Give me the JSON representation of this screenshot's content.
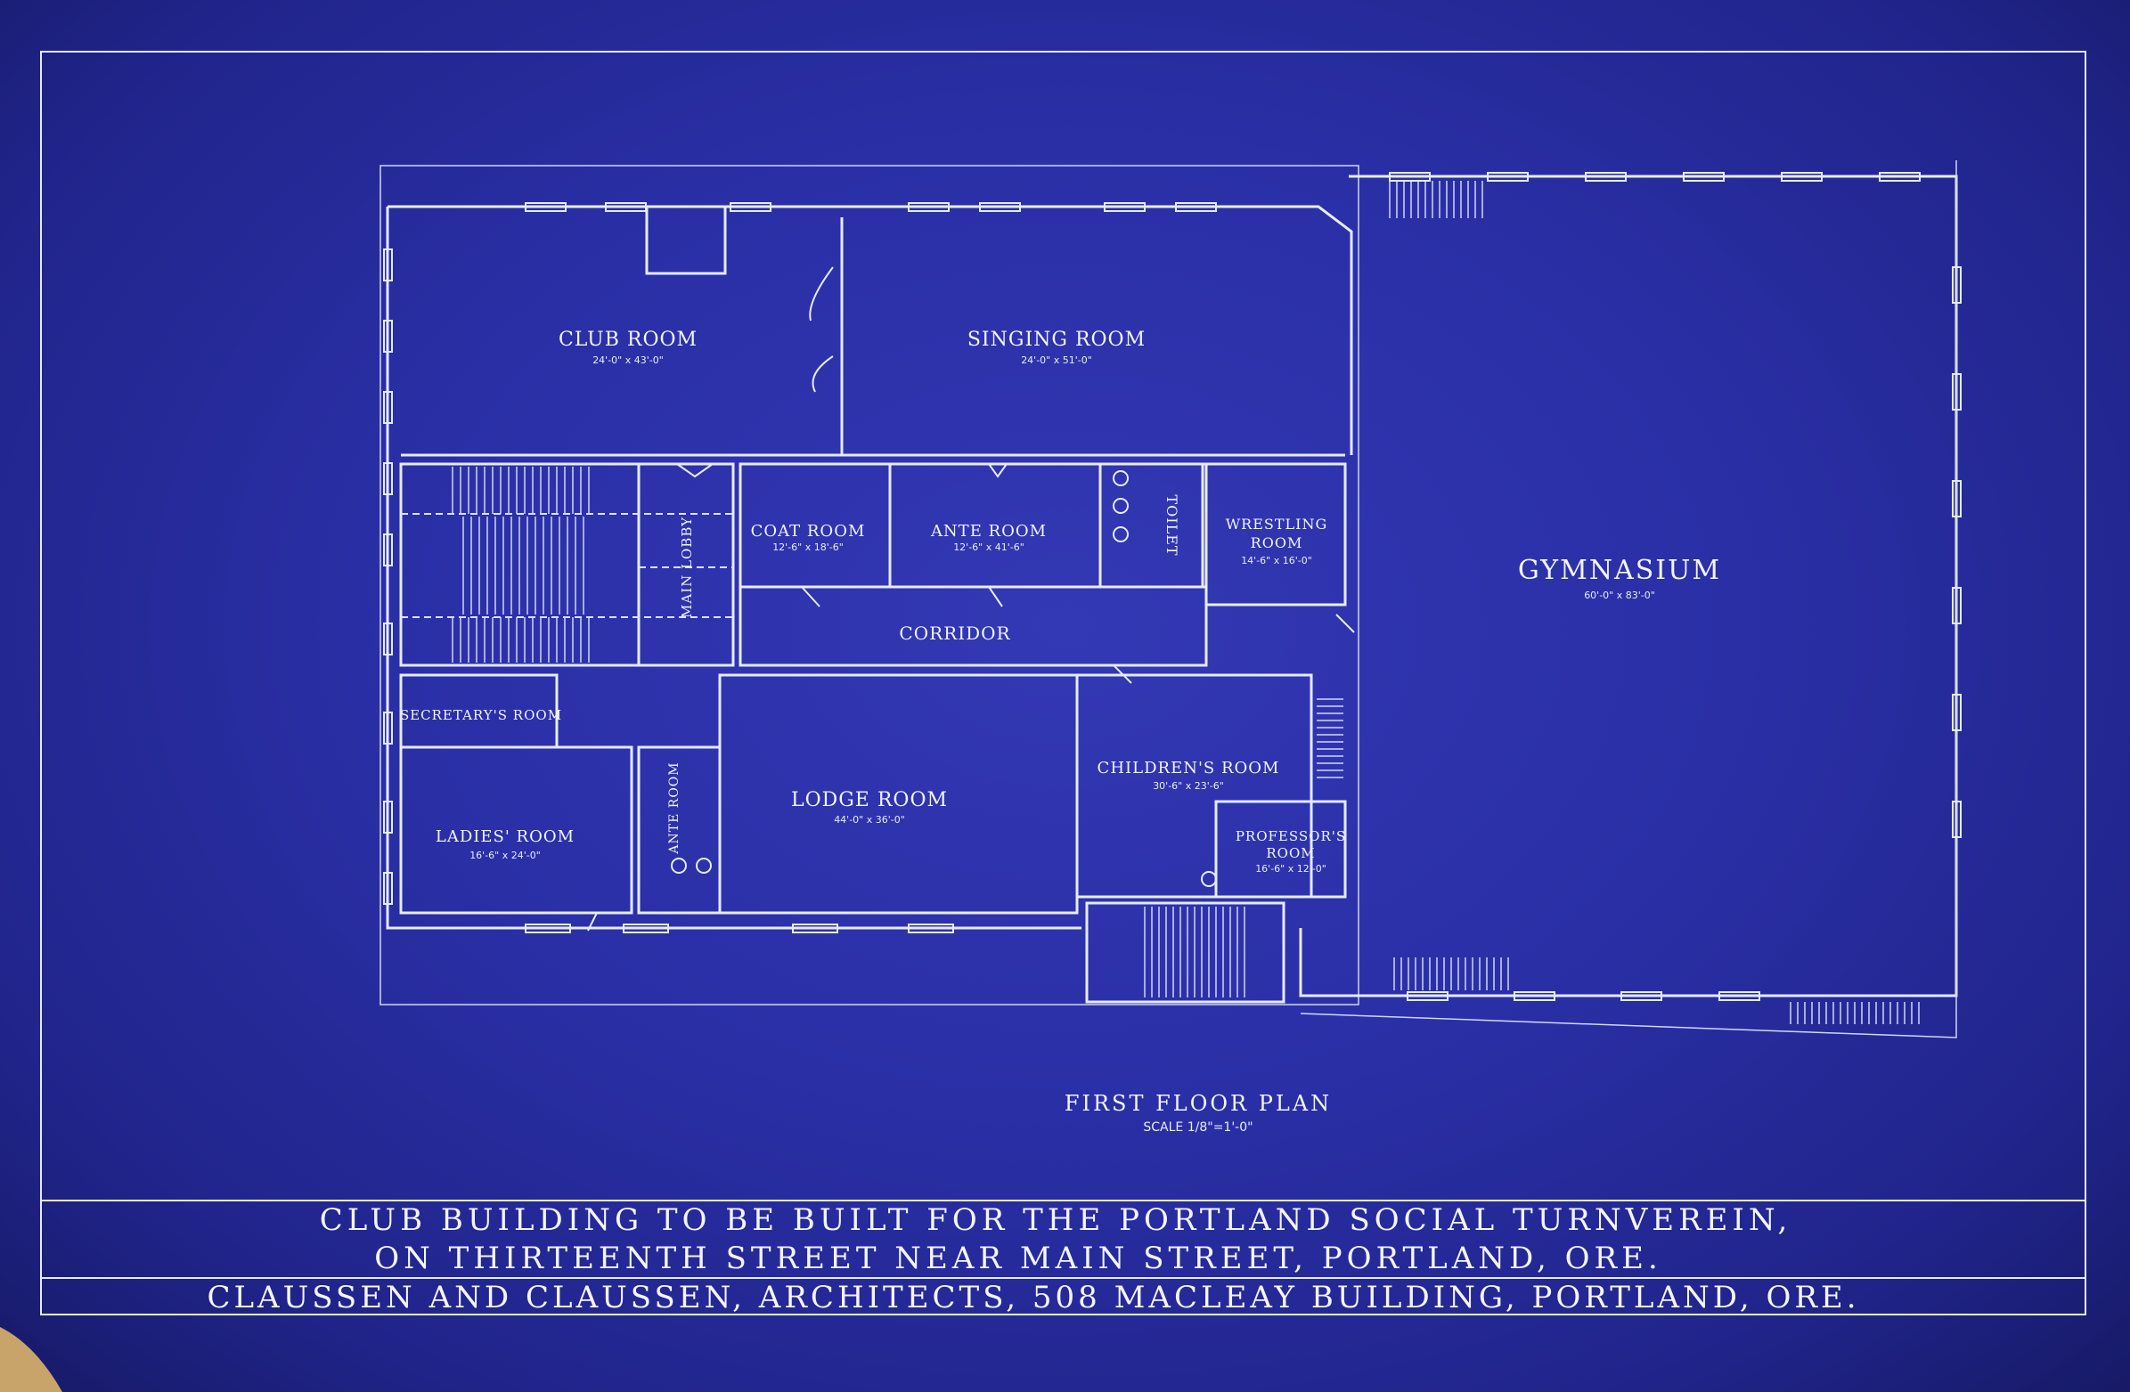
{
  "sheet": {
    "drawing_title": "FIRST FLOOR PLAN",
    "scale": "SCALE 1/8\"=1'-0\"",
    "title_lines": [
      "CLUB BUILDING TO BE BUILT FOR THE PORTLAND SOCIAL TURNVEREIN,",
      "ON THIRTEENTH STREET NEAR MAIN STREET, PORTLAND, ORE.",
      "CLAUSSEN AND CLAUSSEN, ARCHITECTS, 508 MACLEAY BUILDING, PORTLAND, ORE."
    ]
  },
  "rooms": {
    "club": {
      "name": "CLUB ROOM",
      "size": "24'-0\" x 43'-0\""
    },
    "singing": {
      "name": "SINGING ROOM",
      "size": "24'-0\" x 51'-0\""
    },
    "coat": {
      "name": "COAT ROOM",
      "size": "12'-6\" x 18'-6\""
    },
    "ante": {
      "name": "ANTE ROOM",
      "size": "12'-6\" x 41'-6\""
    },
    "toilet": {
      "name": "TOILET"
    },
    "wrestling": {
      "name": "WRESTLING",
      "name2": "ROOM",
      "size": "14'-6\" x 16'-0\""
    },
    "main_lobby": {
      "name": "MAIN LOBBY"
    },
    "corridor": {
      "name": "CORRIDOR"
    },
    "gymnasium": {
      "name": "GYMNASIUM",
      "size": "60'-0\" x 83'-0\""
    },
    "secretary": {
      "name": "SECRETARY'S ROOM"
    },
    "ladies": {
      "name": "LADIES' ROOM",
      "size": "16'-6\" x 24'-0\""
    },
    "ante2": {
      "name": "ANTE ROOM"
    },
    "lodge": {
      "name": "LODGE ROOM",
      "size": "44'-0\" x 36'-0\""
    },
    "children": {
      "name": "CHILDREN'S ROOM",
      "size": "30'-6\" x 23'-6\""
    },
    "professor": {
      "name": "PROFESSOR'S",
      "name2": "ROOM",
      "size": "16'-6\" x 12'-0\""
    }
  }
}
